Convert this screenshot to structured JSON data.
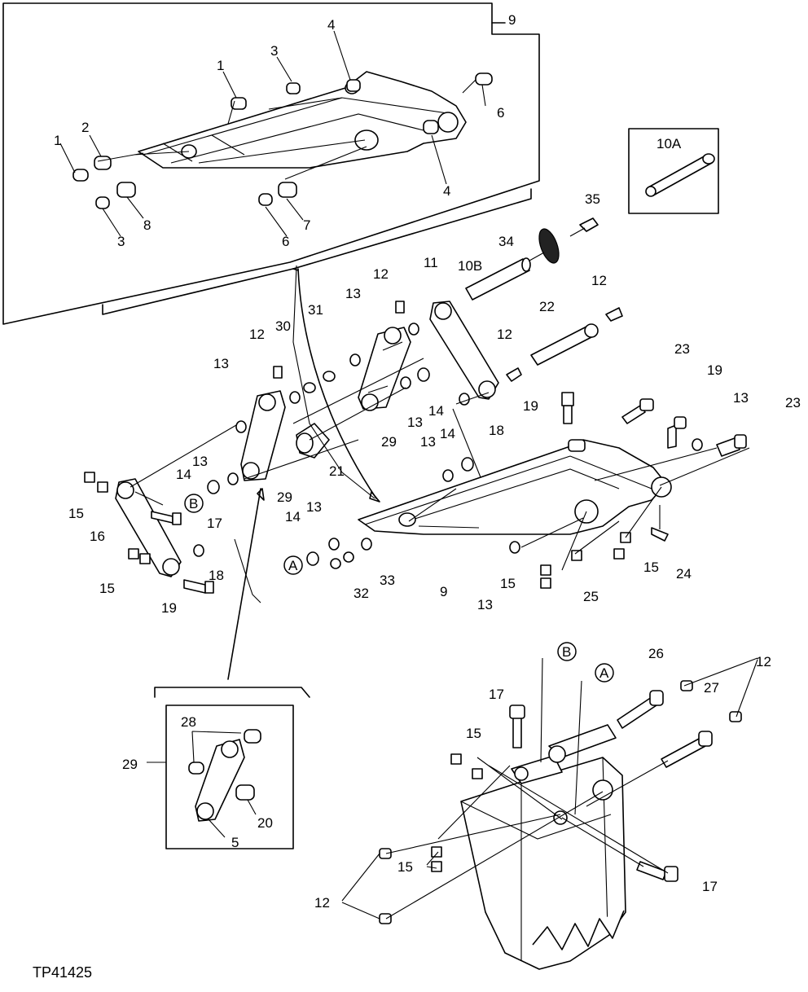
{
  "figure_code": "TP41425",
  "top_frame_label": "9",
  "inset_pin_label": "10A",
  "inset_link_label": "29",
  "ref_a": "A",
  "ref_b": "B",
  "labels": [
    {
      "id": "l1a",
      "text": "1"
    },
    {
      "id": "l1b",
      "text": "1"
    },
    {
      "id": "l2",
      "text": "2"
    },
    {
      "id": "l3a",
      "text": "3"
    },
    {
      "id": "l3b",
      "text": "3"
    },
    {
      "id": "l4a",
      "text": "4"
    },
    {
      "id": "l4b",
      "text": "4"
    },
    {
      "id": "l6a",
      "text": "6"
    },
    {
      "id": "l6b",
      "text": "6"
    },
    {
      "id": "l7",
      "text": "7"
    },
    {
      "id": "l8",
      "text": "8"
    },
    {
      "id": "l35",
      "text": "35"
    },
    {
      "id": "l34",
      "text": "34"
    },
    {
      "id": "l10b",
      "text": "10B"
    },
    {
      "id": "l11",
      "text": "11"
    },
    {
      "id": "l12a",
      "text": "12"
    },
    {
      "id": "l12b",
      "text": "12"
    },
    {
      "id": "l12c",
      "text": "12"
    },
    {
      "id": "l12d",
      "text": "12"
    },
    {
      "id": "l13a",
      "text": "13"
    },
    {
      "id": "l13b",
      "text": "13"
    },
    {
      "id": "l13c",
      "text": "13"
    },
    {
      "id": "l13d",
      "text": "13"
    },
    {
      "id": "l13e",
      "text": "13"
    },
    {
      "id": "l13f",
      "text": "13"
    },
    {
      "id": "l13g",
      "text": "13"
    },
    {
      "id": "l13h",
      "text": "13"
    },
    {
      "id": "l22",
      "text": "22"
    },
    {
      "id": "l31",
      "text": "31"
    },
    {
      "id": "l30",
      "text": "30"
    },
    {
      "id": "l14a",
      "text": "14"
    },
    {
      "id": "l14b",
      "text": "14"
    },
    {
      "id": "l14c",
      "text": "14"
    },
    {
      "id": "l14d",
      "text": "14"
    },
    {
      "id": "l18a",
      "text": "18"
    },
    {
      "id": "l18b",
      "text": "18"
    },
    {
      "id": "l19a",
      "text": "19"
    },
    {
      "id": "l19b",
      "text": "19"
    },
    {
      "id": "l19c",
      "text": "19"
    },
    {
      "id": "l23a",
      "text": "23"
    },
    {
      "id": "l23b",
      "text": "23"
    },
    {
      "id": "l29a",
      "text": "29"
    },
    {
      "id": "l29b",
      "text": "29"
    },
    {
      "id": "l21",
      "text": "21"
    },
    {
      "id": "l15a",
      "text": "15"
    },
    {
      "id": "l15b",
      "text": "15"
    },
    {
      "id": "l15c",
      "text": "15"
    },
    {
      "id": "l15d",
      "text": "15"
    },
    {
      "id": "l15e",
      "text": "15"
    },
    {
      "id": "l15f",
      "text": "15"
    },
    {
      "id": "l16",
      "text": "16"
    },
    {
      "id": "l17a",
      "text": "17"
    },
    {
      "id": "l17b",
      "text": "17"
    },
    {
      "id": "l17c",
      "text": "17"
    },
    {
      "id": "l9",
      "text": "9"
    },
    {
      "id": "l33",
      "text": "33"
    },
    {
      "id": "l32",
      "text": "32"
    },
    {
      "id": "l24",
      "text": "24"
    },
    {
      "id": "l25",
      "text": "25"
    },
    {
      "id": "l26",
      "text": "26"
    },
    {
      "id": "l27",
      "text": "27"
    },
    {
      "id": "l12e",
      "text": "12"
    },
    {
      "id": "l12f",
      "text": "12"
    },
    {
      "id": "l28",
      "text": "28"
    },
    {
      "id": "l20",
      "text": "20"
    },
    {
      "id": "l5",
      "text": "5"
    }
  ]
}
